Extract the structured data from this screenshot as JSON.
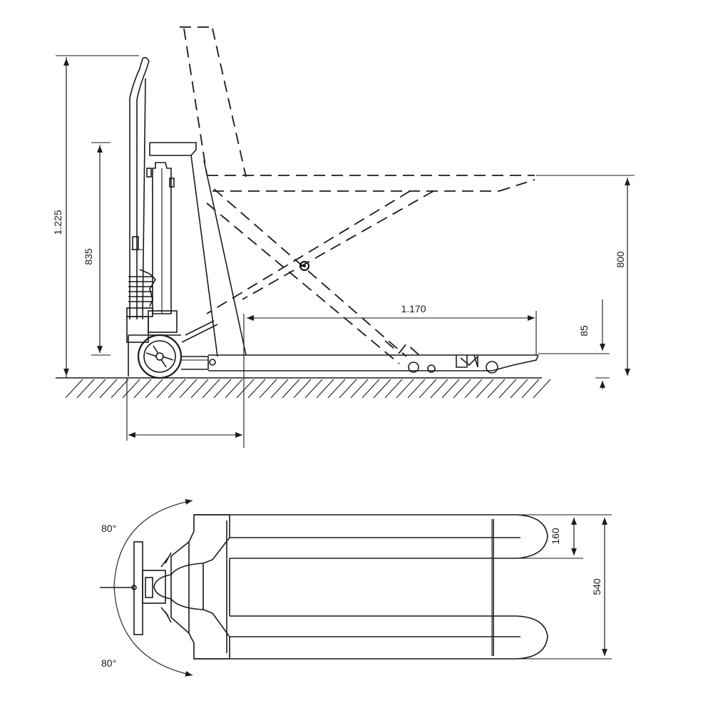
{
  "dimensions": {
    "overall_height": "1.225",
    "handle_height": "835",
    "lift_height": "800",
    "lowered_height": "85",
    "fork_length": "1.170",
    "fork_width": "160",
    "overall_width": "540"
  },
  "steering": {
    "angle_top": "80°",
    "angle_bottom": "80°"
  }
}
